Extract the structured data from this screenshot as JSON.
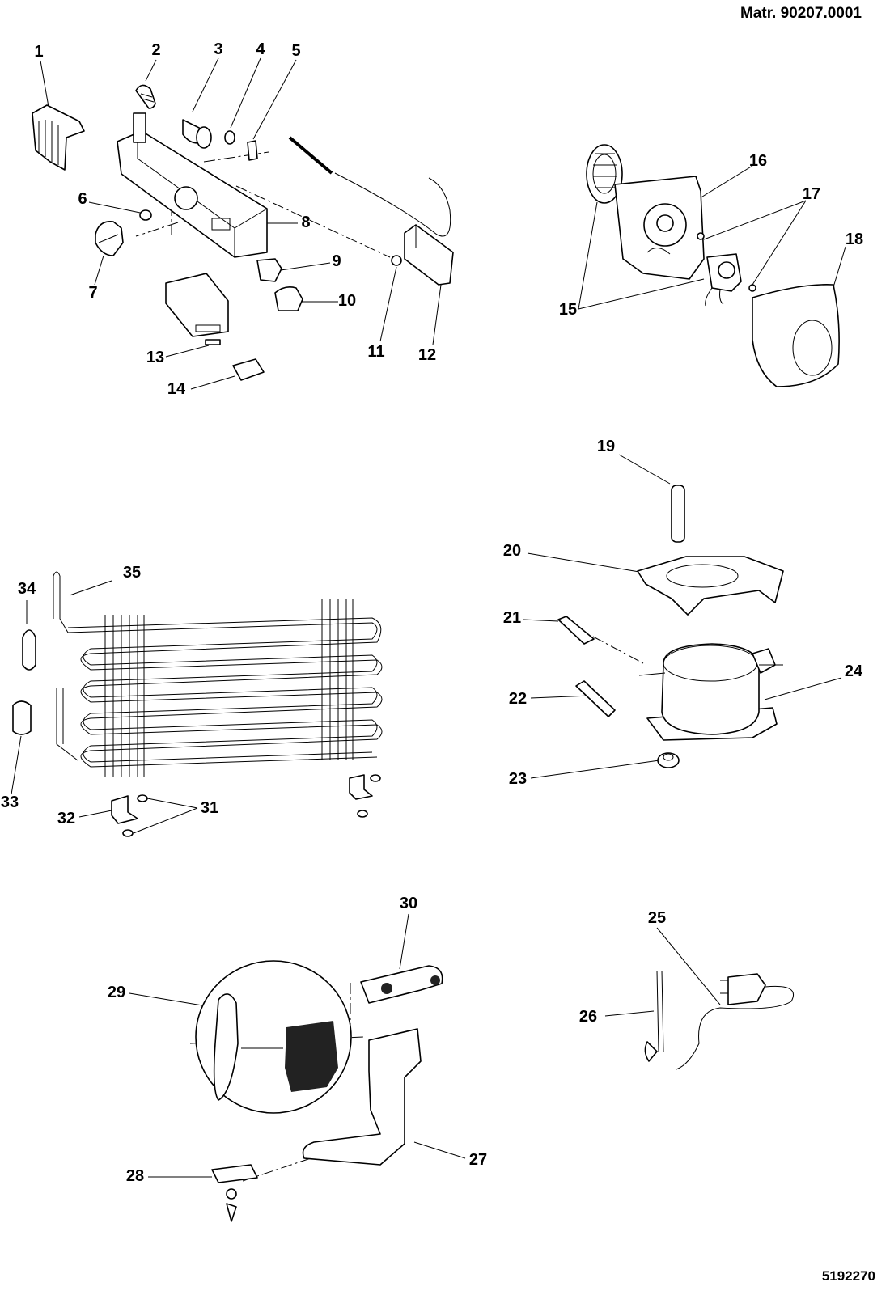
{
  "header": {
    "material_number": "Matr. 90207.0001"
  },
  "footer": {
    "document_number": "5192270"
  },
  "callouts": [
    "1",
    "2",
    "3",
    "4",
    "5",
    "6",
    "7",
    "8",
    "9",
    "10",
    "11",
    "12",
    "13",
    "14",
    "15",
    "16",
    "17",
    "18",
    "19",
    "20",
    "21",
    "22",
    "23",
    "24",
    "25",
    "26",
    "27",
    "28",
    "29",
    "30",
    "31",
    "32",
    "33",
    "34",
    "35"
  ]
}
